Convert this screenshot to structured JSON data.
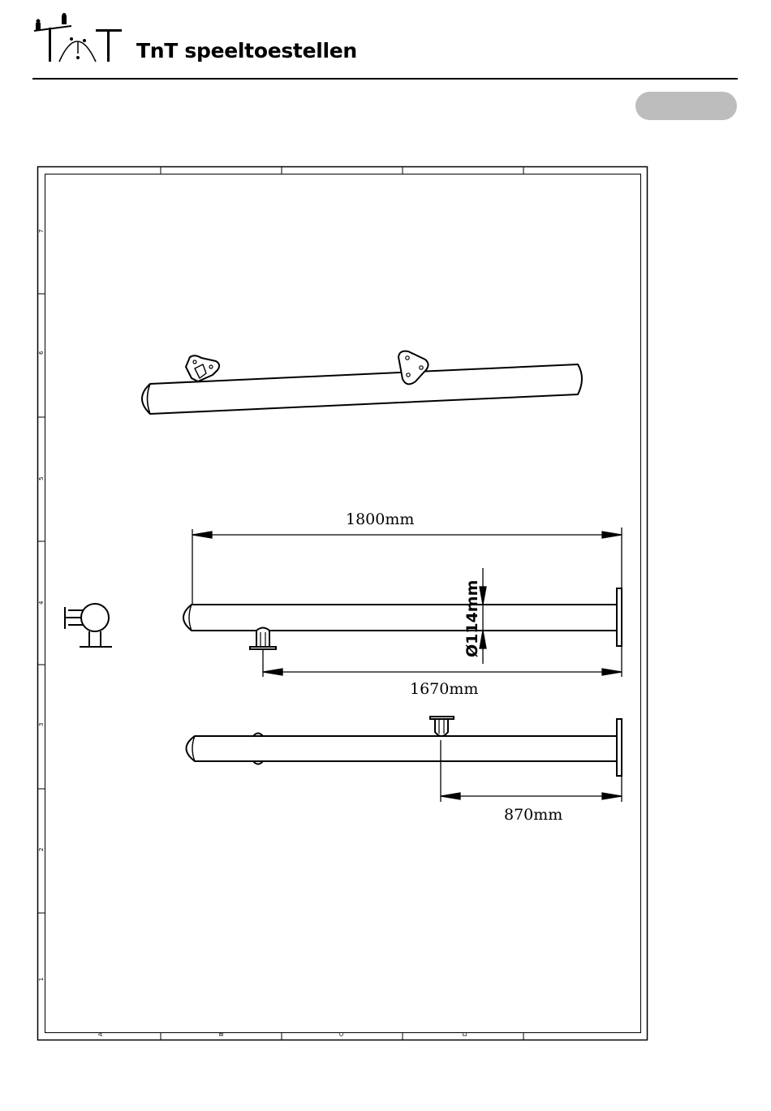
{
  "header": {
    "brand_title": "TnT speeltoestellen",
    "logo_icon": "seesaw-playground-logo-icon"
  },
  "drawing": {
    "dimensions": {
      "overall_length": "1800mm",
      "diameter": "Ø114mm",
      "bracket_offset": "1670mm",
      "second_offset": "870mm"
    },
    "frame_columns": [
      "A",
      "B",
      "C",
      "D"
    ],
    "frame_rows": [
      "7",
      "6",
      "5",
      "4",
      "3",
      "2",
      "1"
    ]
  }
}
